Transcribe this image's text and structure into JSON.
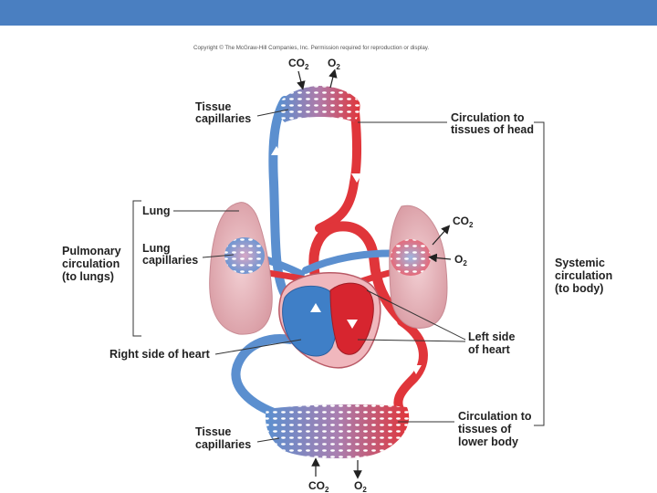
{
  "copyright": "Copyright © The McGraw-Hill Companies, Inc. Permission required for reproduction or display.",
  "gases": {
    "co2": "CO",
    "o2": "O",
    "co2_sub": "2",
    "o2_sub": "2"
  },
  "labels": {
    "tissue_capillaries_top": [
      "Tissue",
      "capillaries"
    ],
    "circulation_head": [
      "Circulation to",
      "tissues of head"
    ],
    "lung": "Lung",
    "lung_capillaries": [
      "Lung",
      "capillaries"
    ],
    "pulmonary_circulation": [
      "Pulmonary",
      "circulation",
      "(to lungs)"
    ],
    "systemic_circulation": [
      "Systemic",
      "circulation",
      "(to body)"
    ],
    "right_side_heart": "Right side of heart",
    "left_side_heart": [
      "Left side",
      "of heart"
    ],
    "tissue_capillaries_bottom": [
      "Tissue",
      "capillaries"
    ],
    "circulation_lower_body": [
      "Circulation to",
      "tissues of",
      "lower body"
    ]
  },
  "colors": {
    "header_bar": "#4a7fc1",
    "oxygenated": "#e0353a",
    "deoxygenated": "#5b8fcf",
    "lung_tissue": "#e7b3b8"
  }
}
